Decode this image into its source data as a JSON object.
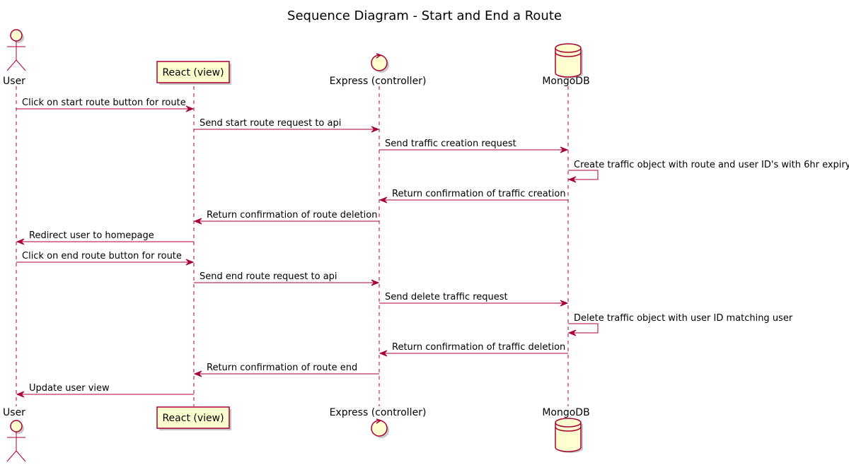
{
  "title": "Sequence Diagram - Start and End a Route",
  "participants": {
    "user": {
      "label": "User",
      "kind": "actor"
    },
    "react": {
      "label": "React (view)",
      "kind": "participant"
    },
    "express": {
      "label": "Express (controller)",
      "kind": "control"
    },
    "mongo": {
      "label": "MongoDB",
      "kind": "database"
    }
  },
  "messages": [
    {
      "from": "user",
      "to": "react",
      "text": "Click on start route button for route"
    },
    {
      "from": "react",
      "to": "express",
      "text": "Send start route request to api"
    },
    {
      "from": "express",
      "to": "mongo",
      "text": "Send traffic creation request"
    },
    {
      "from": "mongo",
      "to": "mongo",
      "text": "Create traffic object with route and user ID's with 6hr expiry"
    },
    {
      "from": "mongo",
      "to": "express",
      "text": "Return confirmation of traffic creation"
    },
    {
      "from": "express",
      "to": "react",
      "text": "Return confirmation of route deletion"
    },
    {
      "from": "react",
      "to": "user",
      "text": "Redirect user to homepage"
    },
    {
      "from": "user",
      "to": "react",
      "text": "Click on end route button for route"
    },
    {
      "from": "react",
      "to": "express",
      "text": "Send end route request to api"
    },
    {
      "from": "express",
      "to": "mongo",
      "text": "Send delete traffic request"
    },
    {
      "from": "mongo",
      "to": "mongo",
      "text": "Delete traffic object with user ID matching user"
    },
    {
      "from": "mongo",
      "to": "express",
      "text": "Return confirmation of traffic deletion"
    },
    {
      "from": "express",
      "to": "react",
      "text": "Return confirmation of route end"
    },
    {
      "from": "react",
      "to": "user",
      "text": "Update user view"
    }
  ],
  "colors": {
    "line": "#A80036",
    "fill": "#FEFECE",
    "text": "#000000",
    "background": "#FFFFFF"
  }
}
